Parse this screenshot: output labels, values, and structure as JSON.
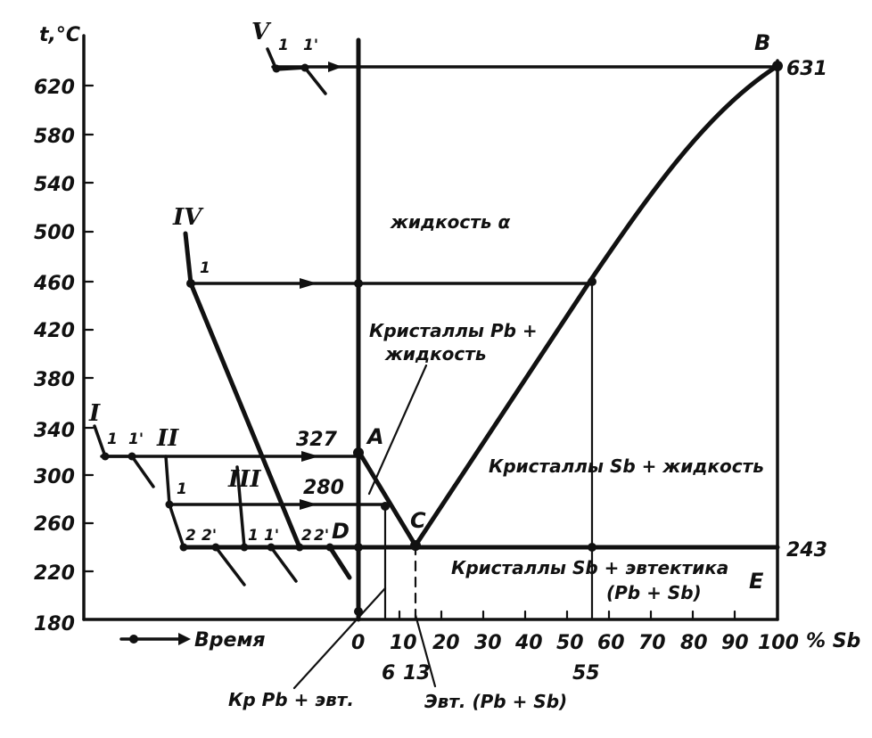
{
  "axis": {
    "y_title": "t,°C",
    "y_ticks": [
      "620",
      "580",
      "540",
      "500",
      "460",
      "420",
      "380",
      "340",
      "300",
      "260",
      "220",
      "180"
    ],
    "x_ticks": [
      "0",
      "10",
      "20",
      "30",
      "40",
      "50",
      "60",
      "70",
      "80",
      "90",
      "100"
    ],
    "x_unit": "% Sb",
    "time_label": "Время"
  },
  "marks": {
    "b_val": "631",
    "e_val": "243",
    "t327": "327",
    "t280": "280",
    "x6": "6",
    "x13": "13",
    "x55": "55"
  },
  "points": {
    "A": "A",
    "B": "B",
    "C": "C",
    "D": "D",
    "E": "E"
  },
  "regions": {
    "liquid": "жидкость α",
    "pb_liquid_1": "Кристаллы Pb +",
    "pb_liquid_2": "жидкость",
    "sb_liquid": "Кристаллы Sb + жидкость",
    "sb_eut_1": "Кристаллы Sb + эвтектика",
    "sb_eut_2": "(Pb + Sb)",
    "pb_eut": "Кр Pb + эвт.",
    "eut": "Эвт. (Pb + Sb)"
  },
  "curves": {
    "I": "I",
    "II": "II",
    "III": "III",
    "IV": "IV",
    "V": "V",
    "n1": "1",
    "n1p": "1'",
    "n2": "2",
    "n2p": "2'"
  },
  "chart_data": {
    "type": "phase-diagram",
    "system": "Pb–Sb",
    "y_range": [
      180,
      640
    ],
    "x_range": [
      0,
      100
    ],
    "liquidus": [
      [
        0,
        327
      ],
      [
        13,
        243
      ],
      [
        55,
        460
      ],
      [
        100,
        631
      ]
    ],
    "eutectic": {
      "x": 13,
      "t": 243,
      "line": [
        0,
        100
      ]
    },
    "isotherms": [
      631,
      460,
      327,
      280
    ]
  }
}
